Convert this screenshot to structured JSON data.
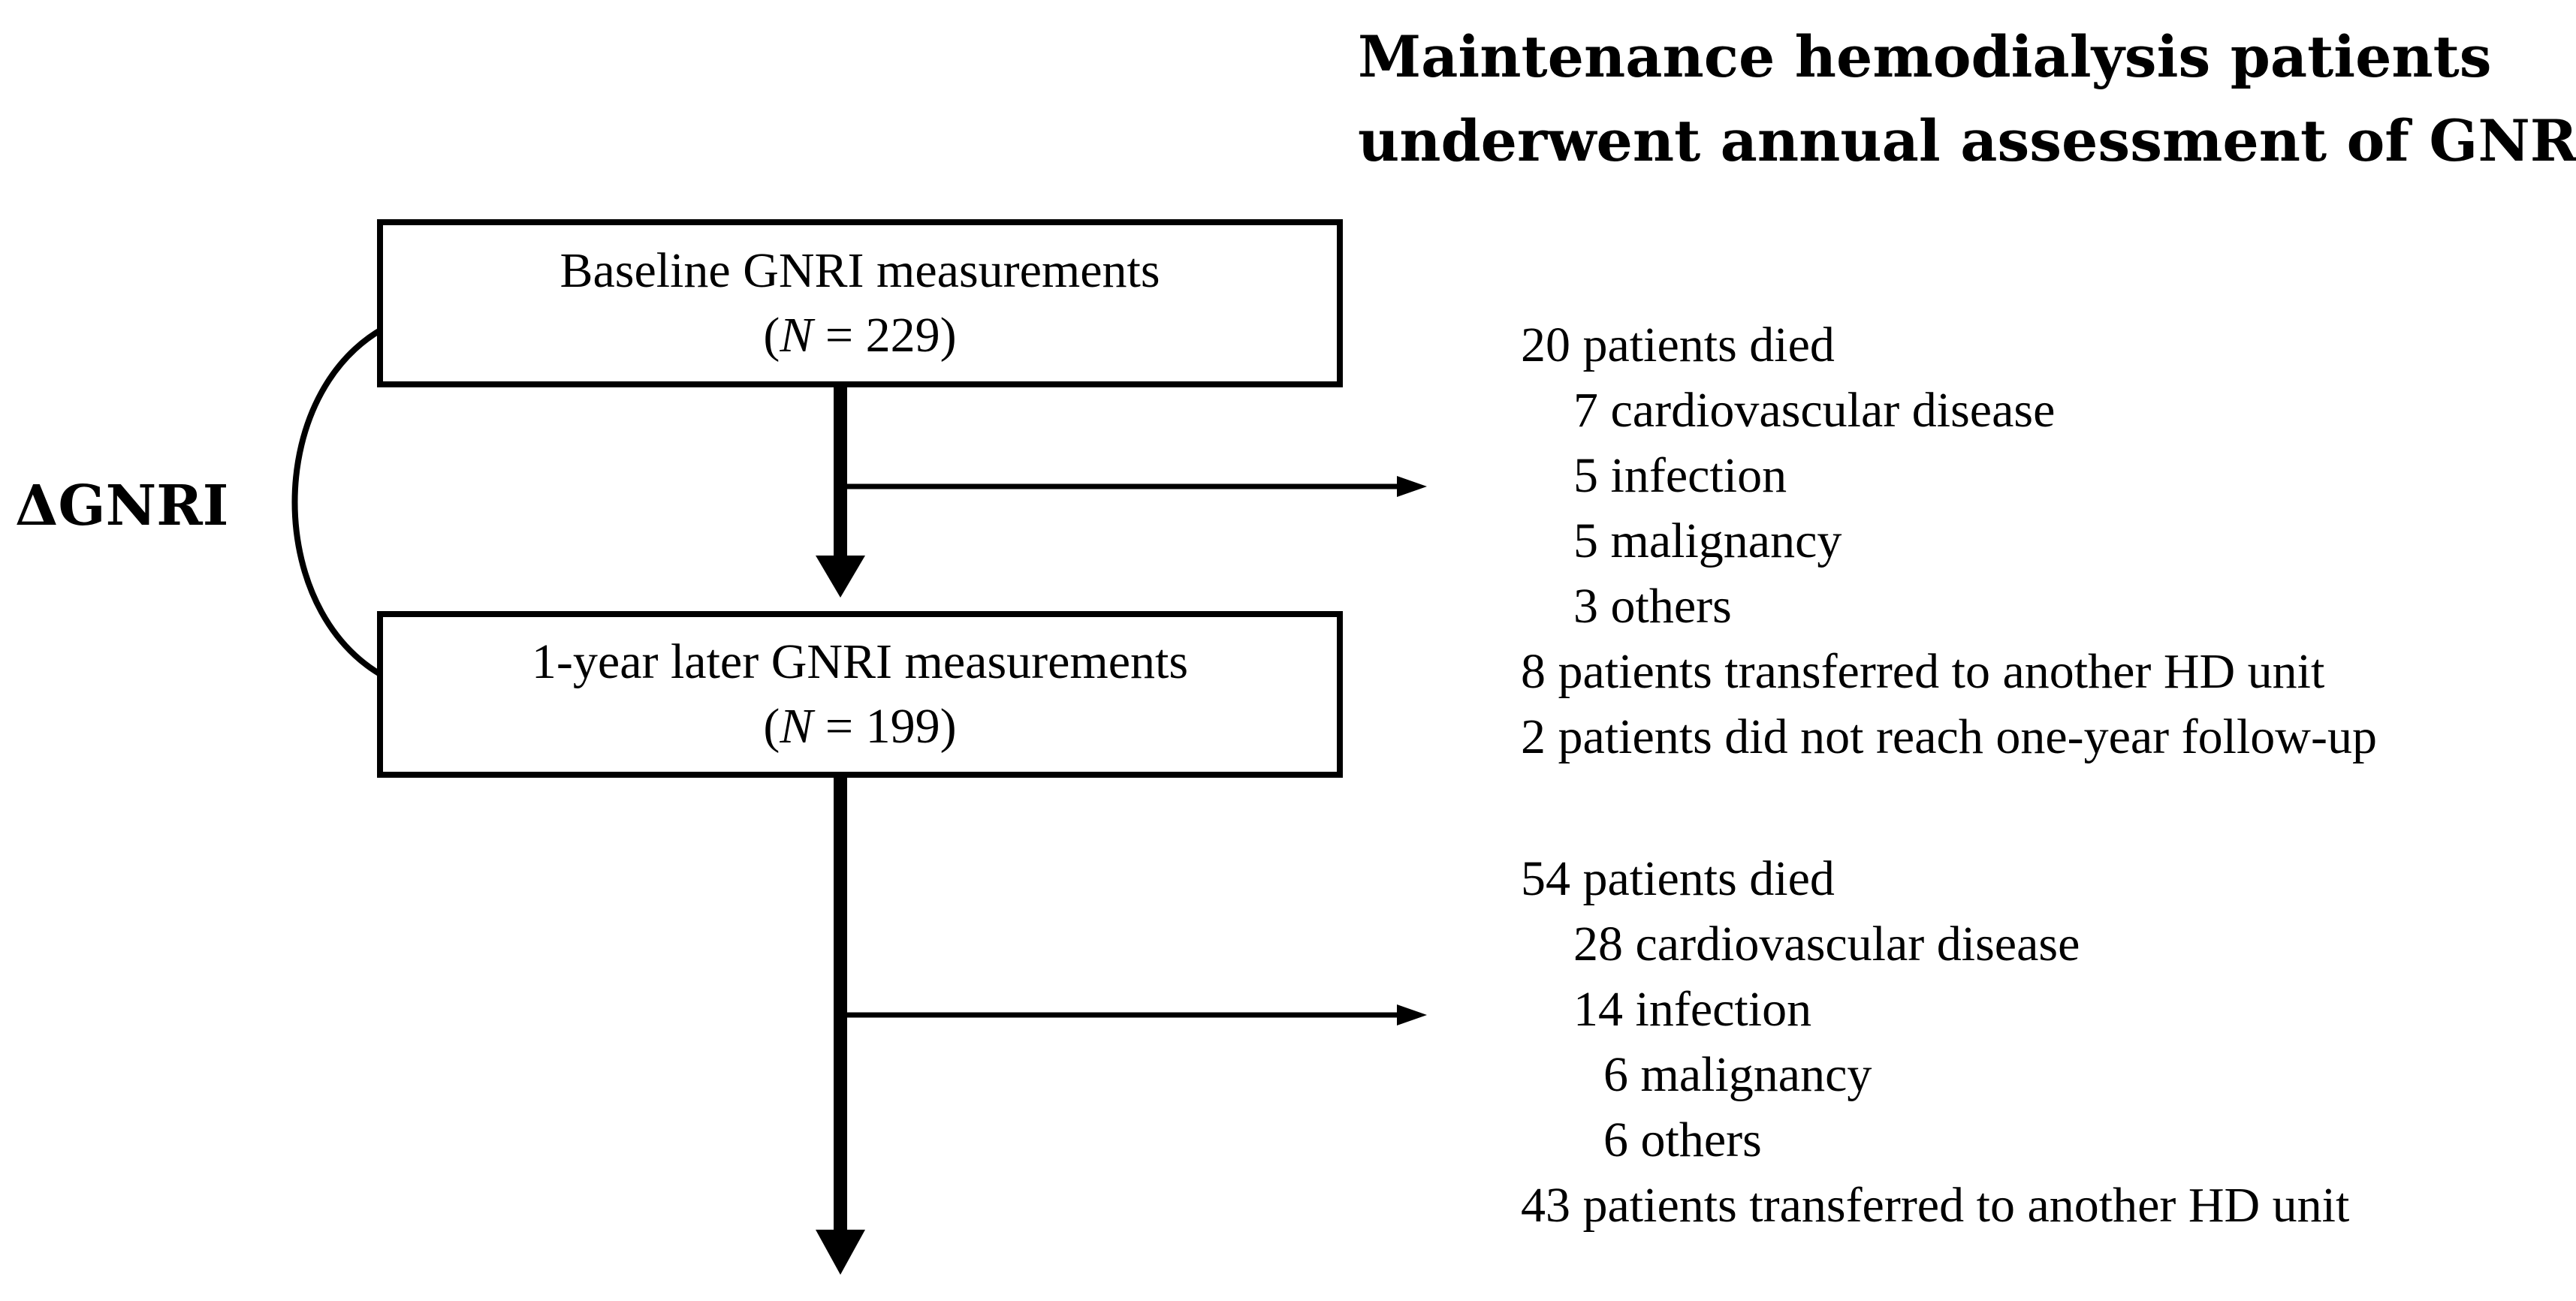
{
  "title": {
    "line1": "Maintenance  hemodialysis patients",
    "line2": "underwent annual assessment of GNRI"
  },
  "boxes": {
    "baseline": {
      "label": "Baseline GNRI measurements",
      "n_prefix": "(",
      "n_symbol": "N",
      "n_value": " = 229)"
    },
    "followup": {
      "label": "1-year later GNRI measurements",
      "n_prefix": "(",
      "n_symbol": "N",
      "n_value": " = 199)"
    }
  },
  "delta_label": "ΔGNRI",
  "outcomes_first_year": [
    {
      "text": "20 patients died",
      "indent": 0
    },
    {
      "text": "7 cardiovascular disease",
      "indent": 1
    },
    {
      "text": "5 infection",
      "indent": 1
    },
    {
      "text": "5 malignancy",
      "indent": 1
    },
    {
      "text": "3 others",
      "indent": 1
    },
    {
      "text": "8 patients transferred to another HD unit",
      "indent": 0
    },
    {
      "text": "2 patients did not reach one-year follow-up",
      "indent": 0
    }
  ],
  "outcomes_after": [
    {
      "text": "54 patients died",
      "indent": 0
    },
    {
      "text": "28 cardiovascular disease",
      "indent": 1
    },
    {
      "text": "14 infection",
      "indent": 1
    },
    {
      "text": "6 malignancy",
      "indent": 2
    },
    {
      "text": "6 others",
      "indent": 2
    },
    {
      "text": "43 patients  transferred to another HD unit",
      "indent": 0
    }
  ]
}
